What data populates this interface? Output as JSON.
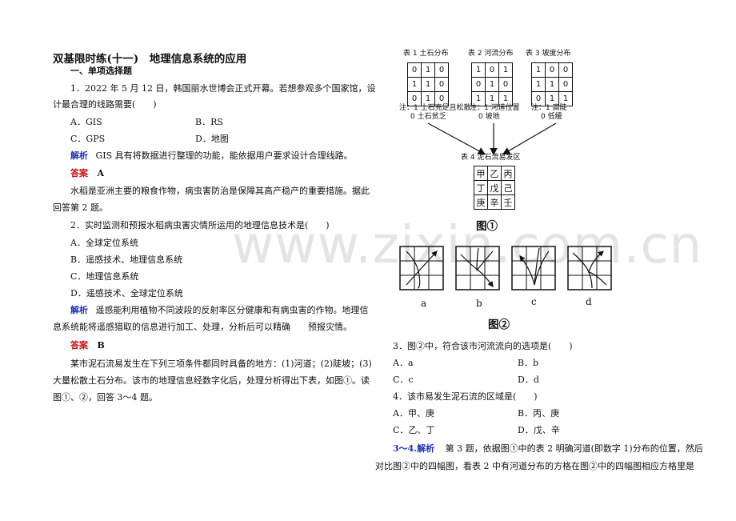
{
  "watermark": "www.zixin.com.cn",
  "left": {
    "title": "双基限时练(十一)　地理信息系统的应用",
    "section": "一、单项选择题",
    "q1_line1": "1．2022 年 5 月 12 日，韩国丽水世博会正式开幕。若想参观多个国家馆，设",
    "q1_line2": "计最合理的线路需要(　　)",
    "q1_opts": [
      "A．GIS",
      "B．RS",
      "C．GPS",
      "D．地图"
    ],
    "jiexi_label": "解析",
    "q1_expl": "GIS 具有将数据进行整理的功能，能依据用户要求设计合理线路。",
    "answer_label": "答案",
    "q1_answer": "A",
    "para2_line1": "水稻是亚洲主要的粮食作物，病虫害防治是保障其高产稳产的重要措施。据此",
    "para2_line2": "回答第 2 题。",
    "q2_line1": "2．实时监测和预报水稻病虫害灾情所运用的地理信息技术是(　　)",
    "q2_opts": [
      "A．全球定位系统",
      "B．遥感技术、地理信息系统",
      "C．地理信息系统",
      "D．遥感技术、全球定位系统"
    ],
    "q2_expl_line1": "遥感能利用植物不同波段的反射率区分健康和有病虫害的作物。地理信",
    "q2_expl_line2": "息系统能将遥感猎取的信息进行加工、处理，分析后可以精确　　预报灾情。",
    "q2_answer": "B",
    "para3_line1": "某市泥石流易发生在下列三项条件都同时具备的地方：(1)河道；(2)陡坡；(3)",
    "para3_line2": "大量松散土石分布。该市的地理信息经数字化后，处理分析得出下表，如图①。读",
    "para3_line3": "图①、②，回答 3～4 题。"
  },
  "right": {
    "tables": [
      {
        "title": "表 1 土石分布",
        "cells": [
          [
            "0",
            "1",
            "0"
          ],
          [
            "1",
            "1",
            "0"
          ],
          [
            "0",
            "1",
            "0"
          ]
        ],
        "note1": "注：1 土石充足且松散",
        "note2": "0 土石贫乏"
      },
      {
        "title": "表 2 河流分布",
        "cells": [
          [
            "1",
            "0",
            "1"
          ],
          [
            "0",
            "1",
            "0"
          ],
          [
            "1",
            "1",
            "1"
          ]
        ],
        "note1": "注：1 河道位置",
        "note2": "0 坡地"
      },
      {
        "title": "表 3 坡度分布",
        "cells": [
          [
            "1",
            "0",
            "0"
          ],
          [
            "1",
            "1",
            "0"
          ],
          [
            "0",
            "1",
            "1"
          ]
        ],
        "note1": "注：1 高陡",
        "note2": "0 低缓"
      }
    ],
    "table4": {
      "title": "表 4 泥石流易发区",
      "cells": [
        [
          "甲",
          "乙",
          "丙"
        ],
        [
          "丁",
          "戊",
          "己"
        ],
        [
          "庚",
          "辛",
          "壬"
        ]
      ]
    },
    "fig1_label": "图①",
    "fig2_panels": [
      "a",
      "b",
      "c",
      "d"
    ],
    "fig2_label": "图②",
    "q3_line": "3．图②中，符合该市河流流向的选项是(　　)",
    "q3_opts": [
      "A．a",
      "B．b",
      "C．c",
      "D．d"
    ],
    "q4_line": "4．该市易发生泥石流的区域是(　　)",
    "q4_opts": [
      "A．甲、庚",
      "B．丙、庚",
      "C．乙、丁",
      "D．戊、辛"
    ],
    "expl_label": "3～4.解析",
    "expl_line1": "第 3 题，依据图①中的表 2 明确河道(即数字 1)分布的位置，然后",
    "expl_line2": "对比图②中的四幅图，看表 2 中有河道分布的方格在图②中的四幅图相应方格里是"
  }
}
